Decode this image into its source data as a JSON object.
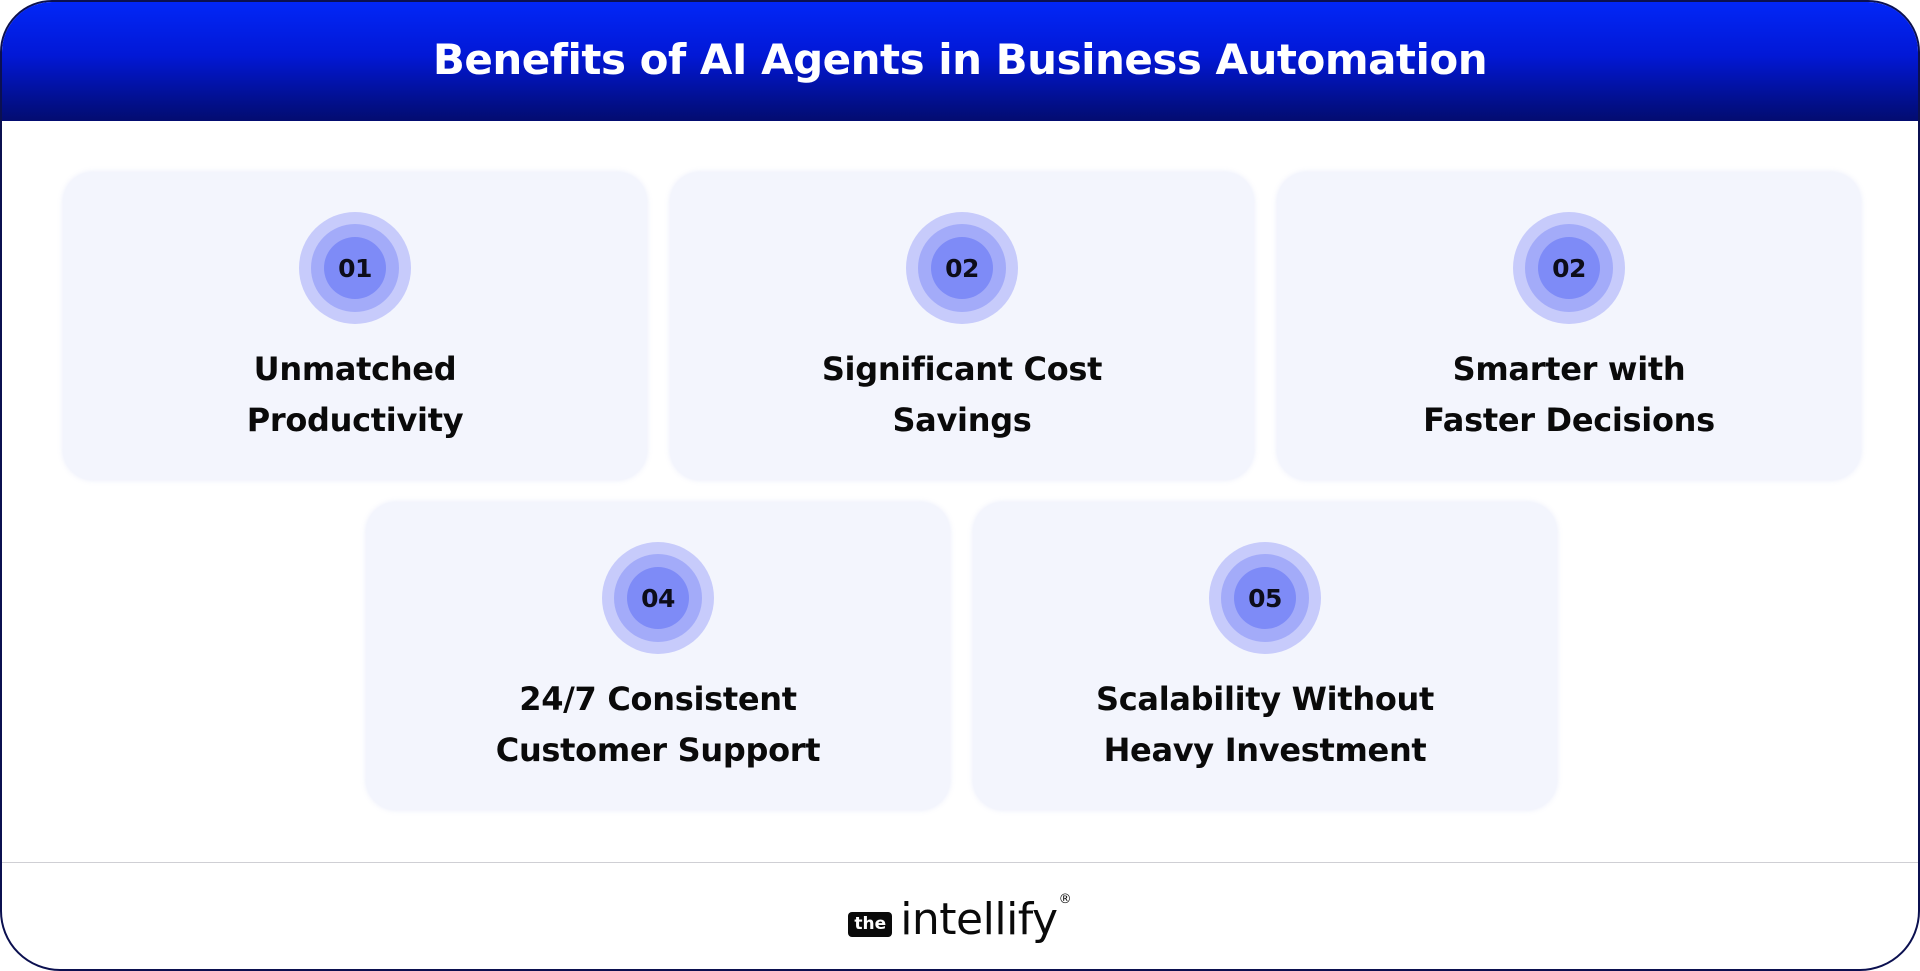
{
  "header": {
    "title": "Benefits of AI Agents in Business Automation"
  },
  "cards": [
    {
      "number": "01",
      "title_lines": [
        "Unmatched",
        "Productivity"
      ]
    },
    {
      "number": "02",
      "title_lines": [
        "Significant Cost",
        "Savings"
      ]
    },
    {
      "number": "02",
      "title_lines": [
        "Smarter with",
        "Faster Decisions"
      ]
    },
    {
      "number": "04",
      "title_lines": [
        "24/7 Consistent",
        "Customer Support"
      ]
    },
    {
      "number": "05",
      "title_lines": [
        "Scalability Without",
        "Heavy Investment"
      ]
    }
  ],
  "footer": {
    "logo_prefix": "the",
    "logo_word": "intellify",
    "logo_mark": "®"
  },
  "colors": {
    "header_gradient_top": "#0227f7",
    "header_gradient_bottom": "#030c70",
    "card_background": "#f3f5fd",
    "badge_outer": "#c7cbfb",
    "badge_middle": "#a3abf9",
    "badge_inner": "#7e8bf7",
    "text": "#0a0a0a"
  }
}
